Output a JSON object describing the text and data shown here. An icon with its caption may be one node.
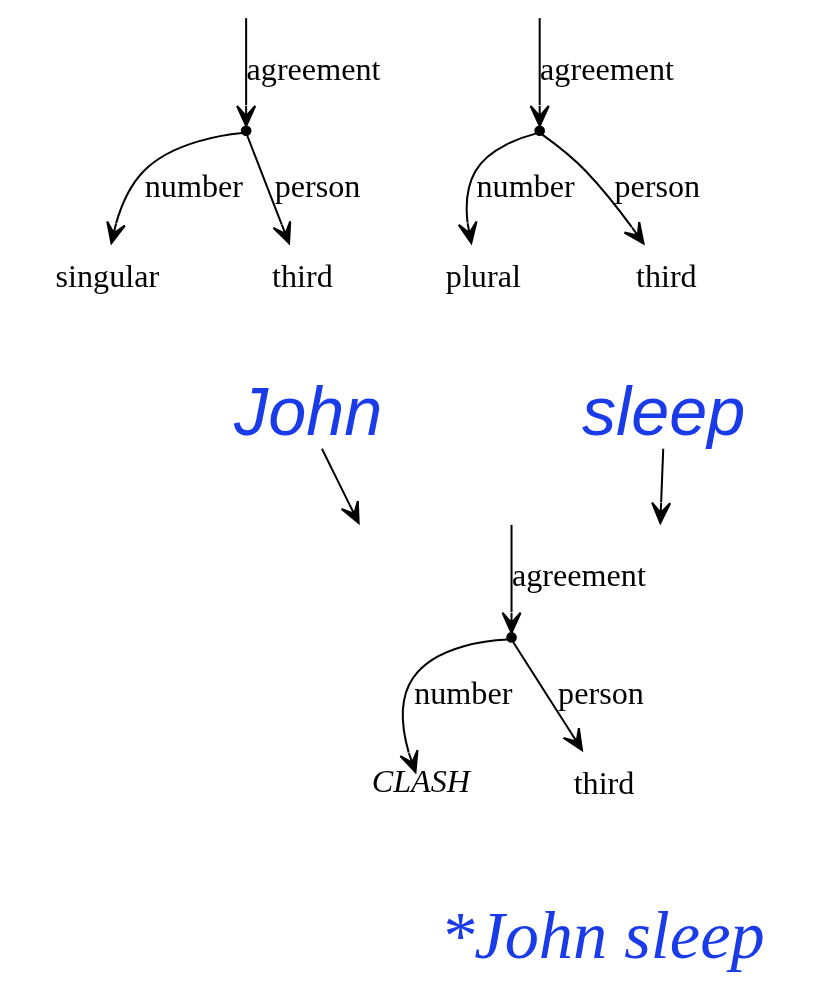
{
  "diagram": {
    "nodes": [
      {
        "text": [],
        "shape": "point"
      },
      {
        "text": [
          "singular"
        ]
      },
      {
        "text": [
          "third"
        ]
      },
      {
        "text": [
          "John"
        ]
      },
      {
        "text": [],
        "shape": "point"
      },
      {
        "text": [
          "plural"
        ]
      },
      {
        "text": [
          "third"
        ]
      },
      {
        "text": [
          "sleep"
        ]
      },
      {
        "text": [],
        "shape": "point"
      },
      {
        "text": [
          "CLASH"
        ]
      },
      {
        "text": [
          "third"
        ]
      }
    ],
    "edges": [
      {
        "from": null,
        "to": 0,
        "arrow": "to",
        "label": "agreement"
      },
      {
        "from": 0,
        "to": 1,
        "arrow": "to",
        "label": "number"
      },
      {
        "from": 0,
        "to": 2,
        "arrow": "to",
        "label": "person"
      },
      {
        "from": null,
        "to": 4,
        "arrow": "to",
        "label": "agreement"
      },
      {
        "from": 4,
        "to": 5,
        "arrow": "to",
        "label": "number"
      },
      {
        "from": 4,
        "to": 6,
        "arrow": "to",
        "label": "person"
      },
      {
        "from": 3,
        "to": null,
        "arrow": "to"
      },
      {
        "from": 7,
        "to": null,
        "arrow": "to"
      },
      {
        "from": null,
        "to": 8,
        "arrow": "to",
        "label": "agreement"
      },
      {
        "from": 8,
        "to": 9,
        "arrow": "to",
        "label": "number"
      },
      {
        "from": 8,
        "to": 10,
        "arrow": "to",
        "label": "person"
      }
    ],
    "labels": [
      "*John sleep"
    ]
  }
}
